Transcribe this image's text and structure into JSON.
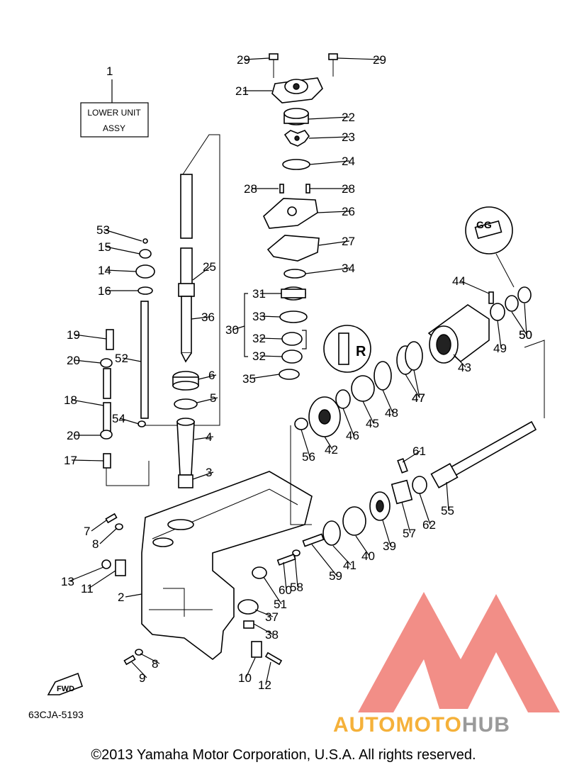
{
  "diagram": {
    "box_label_line1": "LOWER UNIT",
    "box_label_line2": "ASSY",
    "fwd_label": "FWD",
    "part_code": "63CJA-5193",
    "labels": [
      "1",
      "2",
      "3",
      "4",
      "5",
      "6",
      "7",
      "8",
      "8",
      "9",
      "10",
      "11",
      "12",
      "13",
      "14",
      "15",
      "16",
      "17",
      "18",
      "19",
      "20",
      "20",
      "21",
      "22",
      "23",
      "24",
      "25",
      "26",
      "27",
      "28",
      "28",
      "29",
      "29",
      "30",
      "31",
      "32",
      "32",
      "33",
      "34",
      "35",
      "36",
      "37",
      "38",
      "39",
      "40",
      "41",
      "42",
      "43",
      "44",
      "45",
      "46",
      "47",
      "47",
      "48",
      "49",
      "50",
      "50",
      "51",
      "52",
      "53",
      "54",
      "55",
      "56",
      "57",
      "58",
      "59",
      "60",
      "61",
      "62"
    ]
  },
  "watermark": {
    "brand_a": "AUTOMOTO",
    "brand_b": "HUB",
    "color_a": "#f5b13a",
    "color_b": "#9a9a9a",
    "logo_color": "#f07a72"
  },
  "footer": {
    "copyright": "©2013 Yamaha Motor Corporation, U.S.A. All rights reserved."
  }
}
